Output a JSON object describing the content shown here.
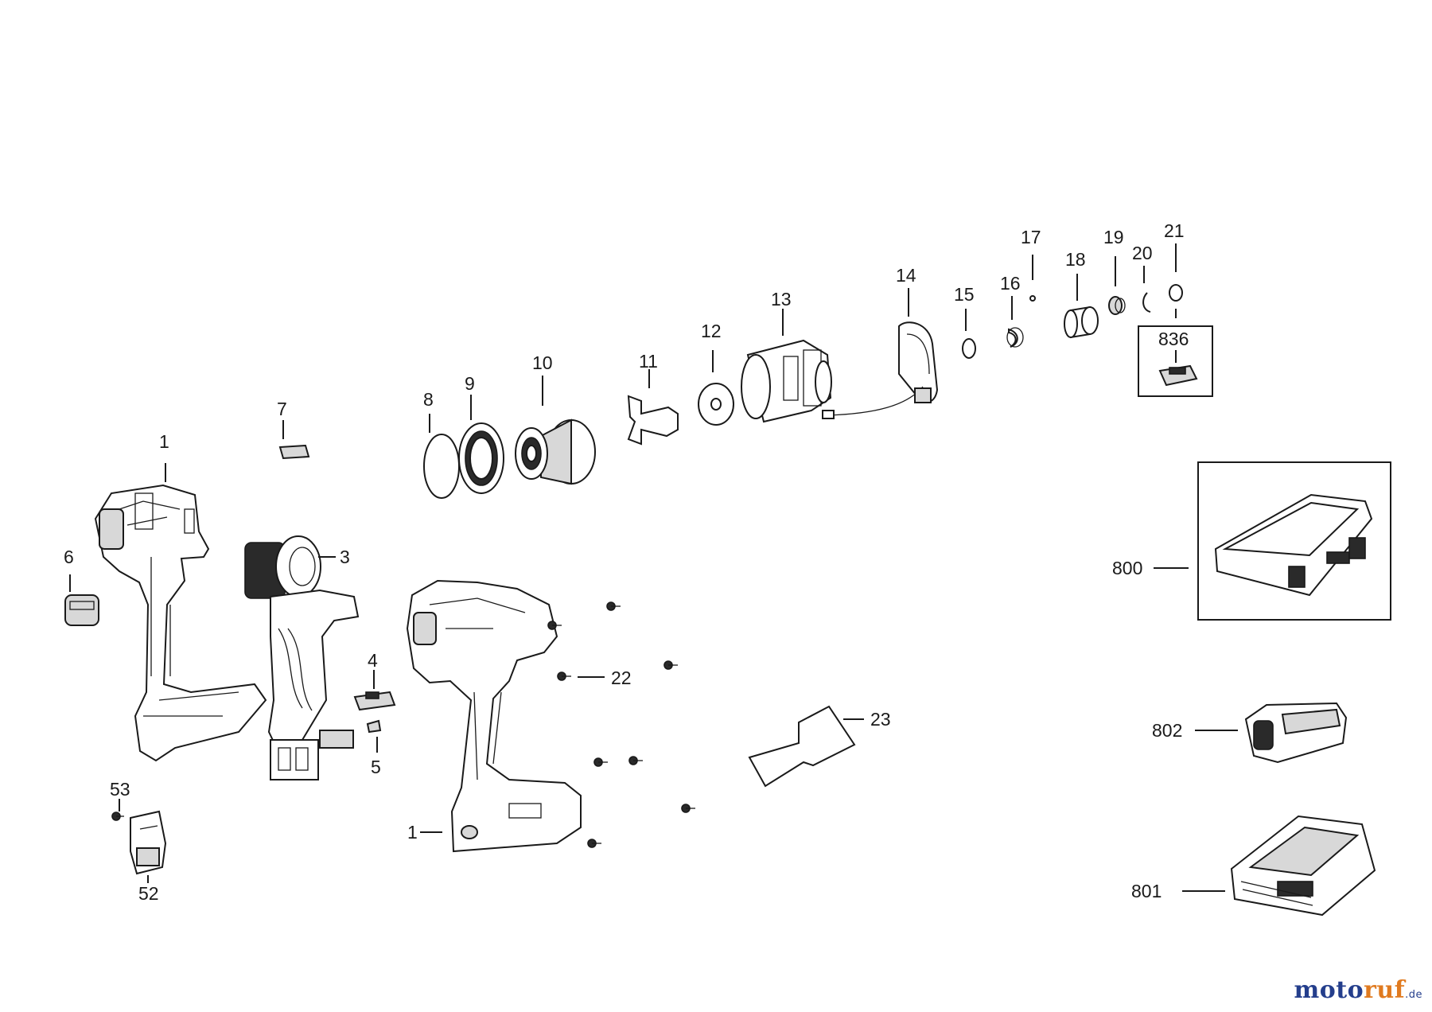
{
  "watermark": {
    "part1": "moto",
    "part2": "ruf",
    "tld": ".de",
    "color_main": "#243e8c",
    "color_accent": "#e07a1f"
  },
  "callouts": {
    "p1a": "1",
    "p1b": "1",
    "p3": "3",
    "p4": "4",
    "p5": "5",
    "p6": "6",
    "p7": "7",
    "p8": "8",
    "p9": "9",
    "p10": "10",
    "p11": "11",
    "p12": "12",
    "p13": "13",
    "p14": "14",
    "p15": "15",
    "p16": "16",
    "p17": "17",
    "p18": "18",
    "p19": "19",
    "p20": "20",
    "p21": "21",
    "p22": "22",
    "p23": "23",
    "p52": "52",
    "p53": "53",
    "p800": "800",
    "p801": "801",
    "p802": "802",
    "p836": "836"
  }
}
